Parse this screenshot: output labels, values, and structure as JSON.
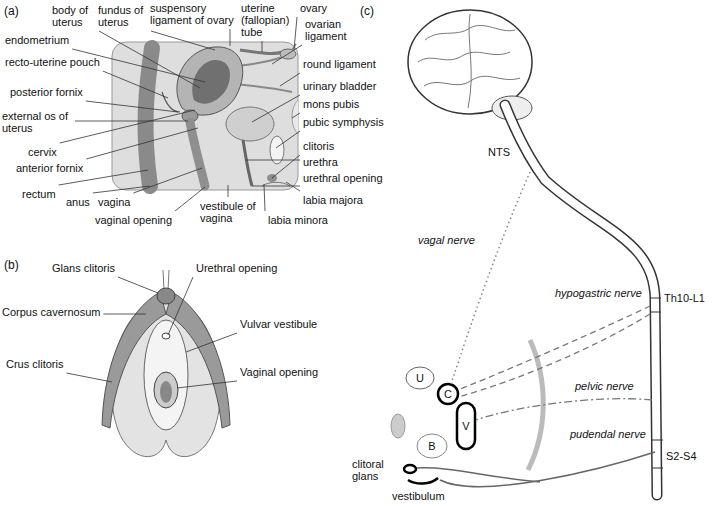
{
  "diagram": {
    "labels": [
      "(a)",
      "body of uterus",
      "fundus of uterus",
      "suspensory ligament of ovary",
      "uterine (fallopian) tube",
      "ovary",
      "ovarian ligament",
      "endometrium",
      "recto-uterine pouch",
      "round ligament",
      "posterior fornix",
      "urinary bladder",
      "mons pubis",
      "external os of uterus",
      "pubic symphysis",
      "cervix",
      "clitoris",
      "anterior fornix",
      "urethra",
      "rectum",
      "urethral opening",
      "anus",
      "vagina",
      "labia majora",
      "vaginal opening",
      "vestibule of vagina",
      "labia minora",
      "(b)",
      "Glans clitoris",
      "Urethral opening",
      "Corpus cavernosum",
      "Vulvar vestibule",
      "Crus clitoris",
      "Vaginal opening",
      "(c)",
      "NTS",
      "vagal nerve",
      "Th10-L1",
      "hypogastric nerve",
      "pelvic nerve",
      "pudendal nerve",
      "S2-S4",
      "U",
      "C",
      "V",
      "B",
      "clitoral glans",
      "vestibulum"
    ]
  }
}
